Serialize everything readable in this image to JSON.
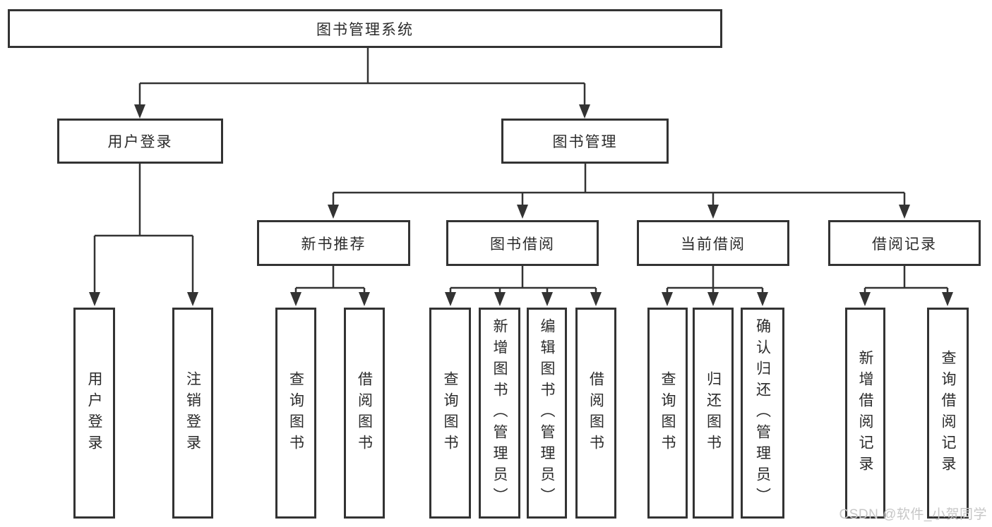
{
  "diagram": {
    "root": {
      "label": "图书管理系统"
    },
    "branches": [
      {
        "label": "用户登录",
        "children": [
          {
            "label": "用户登录"
          },
          {
            "label": "注销登录"
          }
        ]
      },
      {
        "label": "图书管理",
        "sections": [
          {
            "label": "新书推荐",
            "children": [
              {
                "label": "查询图书"
              },
              {
                "label": "借阅图书"
              }
            ]
          },
          {
            "label": "图书借阅",
            "children": [
              {
                "label": "查询图书"
              },
              {
                "label": "新增图书（管理员）"
              },
              {
                "label": "编辑图书（管理员）"
              },
              {
                "label": "借阅图书"
              }
            ]
          },
          {
            "label": "当前借阅",
            "children": [
              {
                "label": "查询图书"
              },
              {
                "label": "归还图书"
              },
              {
                "label": "确认归还（管理员）"
              }
            ]
          },
          {
            "label": "借阅记录",
            "children": [
              {
                "label": "新增借阅记录"
              },
              {
                "label": "查询借阅记录"
              }
            ]
          }
        ]
      }
    ]
  },
  "watermark": {
    "text": "CSDN @软件_小贺同学",
    "color": "#c7c7c7"
  },
  "colors": {
    "line": "#333333",
    "box_border": "#333333",
    "text": "#2b2b2b",
    "background": "#ffffff"
  }
}
